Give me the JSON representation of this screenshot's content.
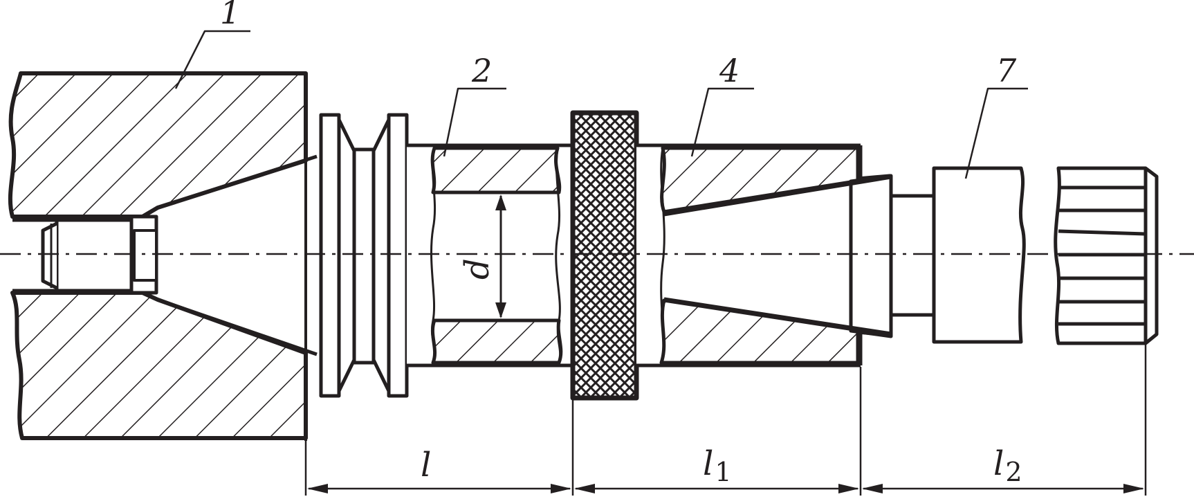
{
  "part_labels": [
    "1",
    "2",
    "4",
    "7"
  ],
  "dimension_labels": {
    "l": "l",
    "l1_main": "l",
    "l1_sub": "1",
    "l2_main": "l",
    "l2_sub": "2",
    "d": "d"
  },
  "colors": {
    "line": "#231f20",
    "background": "#ffffff"
  }
}
